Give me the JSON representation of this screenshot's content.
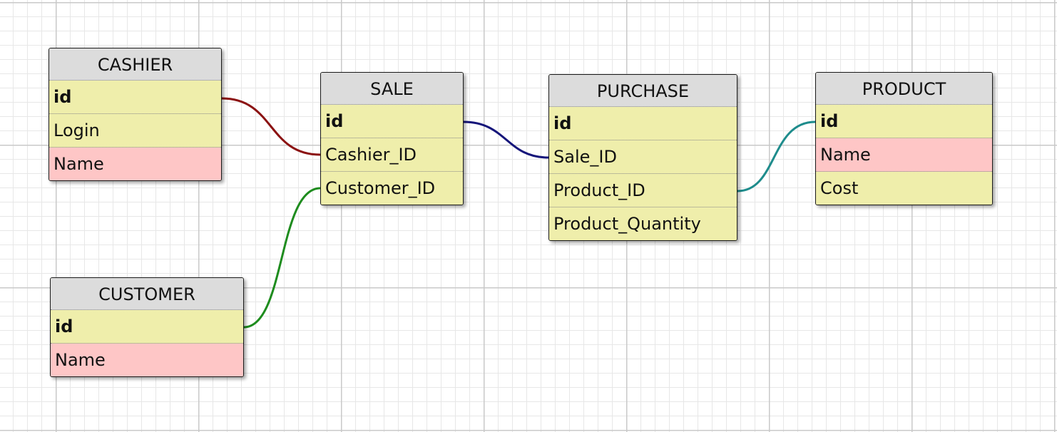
{
  "tables": {
    "cashier": {
      "name": "CASHIER",
      "fields": [
        {
          "label": "id",
          "key": true,
          "color": "#efeeab"
        },
        {
          "label": "Login",
          "key": false,
          "color": "#efeeab"
        },
        {
          "label": "Name",
          "key": false,
          "color": "#fec6c6"
        }
      ]
    },
    "sale": {
      "name": "SALE",
      "fields": [
        {
          "label": "id",
          "key": true,
          "color": "#efeeab"
        },
        {
          "label": "Cashier_ID",
          "key": false,
          "color": "#efeeab"
        },
        {
          "label": "Customer_ID",
          "key": false,
          "color": "#efeeab"
        }
      ]
    },
    "purchase": {
      "name": "PURCHASE",
      "fields": [
        {
          "label": "id",
          "key": true,
          "color": "#efeeab"
        },
        {
          "label": "Sale_ID",
          "key": false,
          "color": "#efeeab"
        },
        {
          "label": "Product_ID",
          "key": false,
          "color": "#efeeab"
        },
        {
          "label": "Product_Quantity",
          "key": false,
          "color": "#efeeab"
        }
      ]
    },
    "product": {
      "name": "PRODUCT",
      "fields": [
        {
          "label": "id",
          "key": true,
          "color": "#efeeab"
        },
        {
          "label": "Name",
          "key": false,
          "color": "#fec6c6"
        },
        {
          "label": "Cost",
          "key": false,
          "color": "#efeeab"
        }
      ]
    },
    "customer": {
      "name": "CUSTOMER",
      "fields": [
        {
          "label": "id",
          "key": true,
          "color": "#efeeab"
        },
        {
          "label": "Name",
          "key": false,
          "color": "#fec6c6"
        }
      ]
    }
  },
  "relations": [
    {
      "from": "CASHIER.id",
      "to": "SALE.Cashier_ID",
      "color": "#8b1212"
    },
    {
      "from": "CUSTOMER.id",
      "to": "SALE.Customer_ID",
      "color": "#1e8c1e"
    },
    {
      "from": "SALE.id",
      "to": "PURCHASE.Sale_ID",
      "color": "#15157a"
    },
    {
      "from": "PRODUCT.id",
      "to": "PURCHASE.Product_ID",
      "color": "#1e8c8c"
    }
  ],
  "colors": {
    "header": "#dcdcdc",
    "field": "#efeeab",
    "highlight_field": "#fec6c6",
    "grid_major": "#c9c9c9",
    "grid_minor": "#e7e7e7"
  }
}
